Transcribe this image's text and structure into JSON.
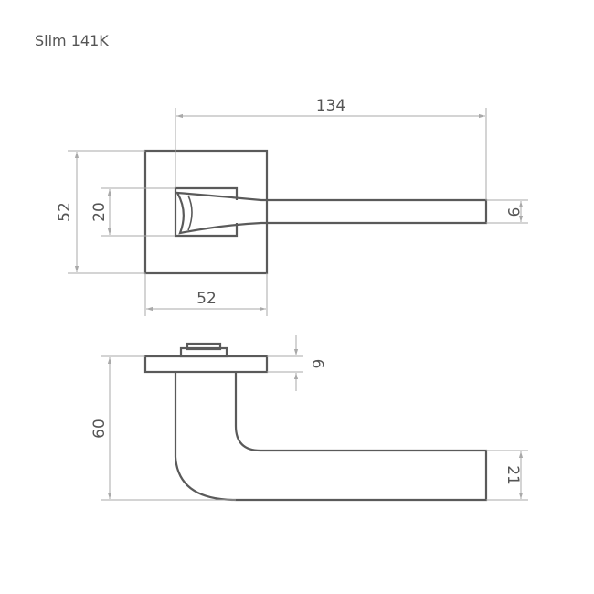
{
  "title": "Slim 141K",
  "dimensions": {
    "length": "134",
    "rose_height": "52",
    "spindle_height": "20",
    "rose_width": "52",
    "lever_thickness": "9",
    "rose_depth": "6",
    "projection": "60",
    "grip_height": "21"
  },
  "colors": {
    "outline": "#5a5a5a",
    "dimension": "#a9a9a9",
    "text": "#555555"
  }
}
